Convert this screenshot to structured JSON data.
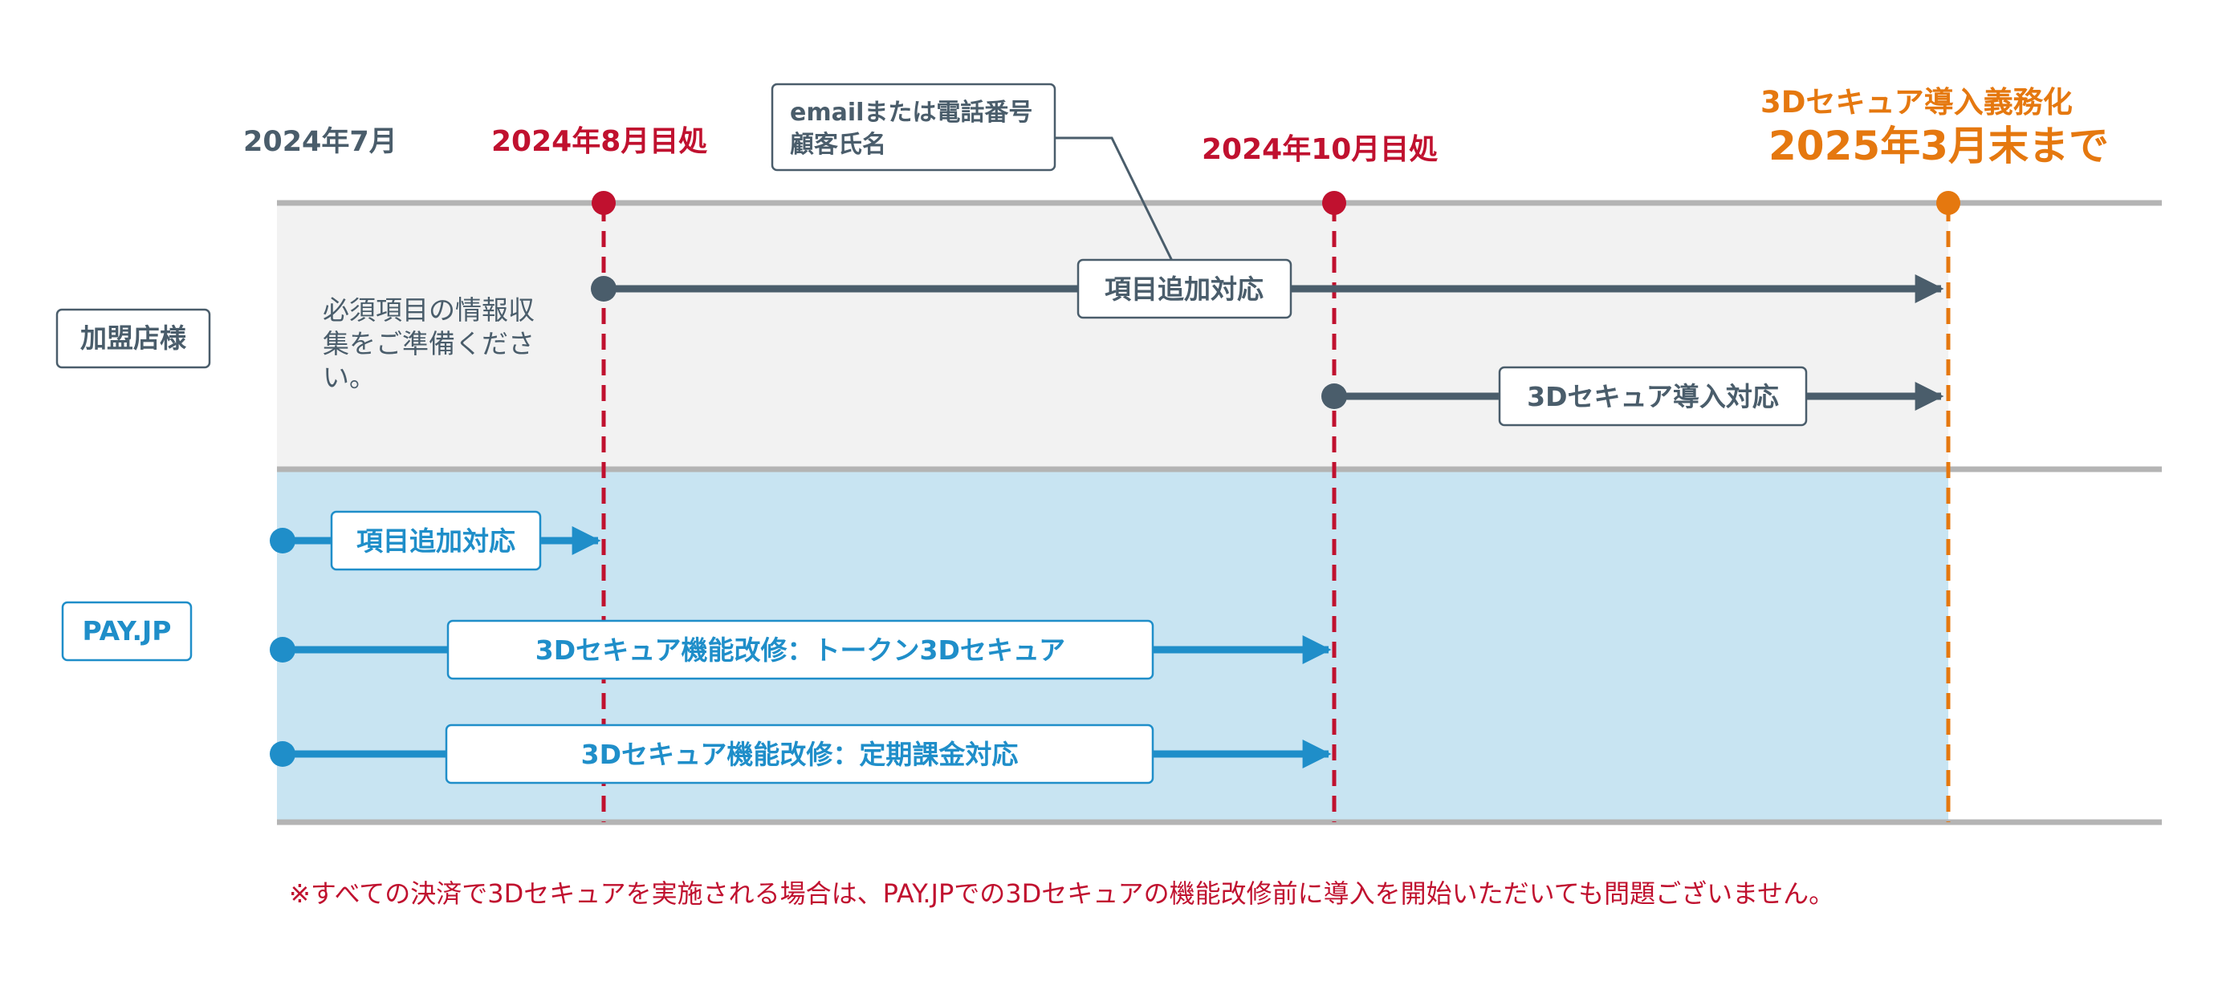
{
  "timeline": {
    "start_label": "2024年7月",
    "milestone_aug_label": "2024年8月目処",
    "milestone_oct_label": "2024年10月目処",
    "deadline_title": "3Dセキュア導入義務化",
    "deadline_date": "2025年3月末まで"
  },
  "rows": {
    "merchant_label": "加盟店様",
    "payjp_label": "PAY.JP"
  },
  "merchant": {
    "note_lines": [
      "必須項目の情報収",
      "集をご準備くださ",
      "い。"
    ],
    "callout_lines": [
      "emailまたは電話番号",
      "顧客氏名"
    ],
    "task_fields": "項目追加対応",
    "task_3ds": "3Dセキュア導入対応"
  },
  "payjp": {
    "task_fields": "項目追加対応",
    "task_token": "3Dセキュア機能改修：トークン3Dセキュア",
    "task_subscription": "3Dセキュア機能改修：定期課金対応"
  },
  "footnote": "※すべての決済で3Dセキュアを実施される場合は、PAY.JPでの3Dセキュアの機能改修前に導入を開始いただいても問題ございません。",
  "colors": {
    "milestone_red": "#c0112f",
    "deadline_orange": "#e5780f",
    "slate": "#4a5d6b",
    "blue": "#1f8ec9",
    "merchant_band": "#f2f2f2",
    "payjp_band": "#c8e4f2",
    "rule_gray": "#b4b4b4"
  }
}
